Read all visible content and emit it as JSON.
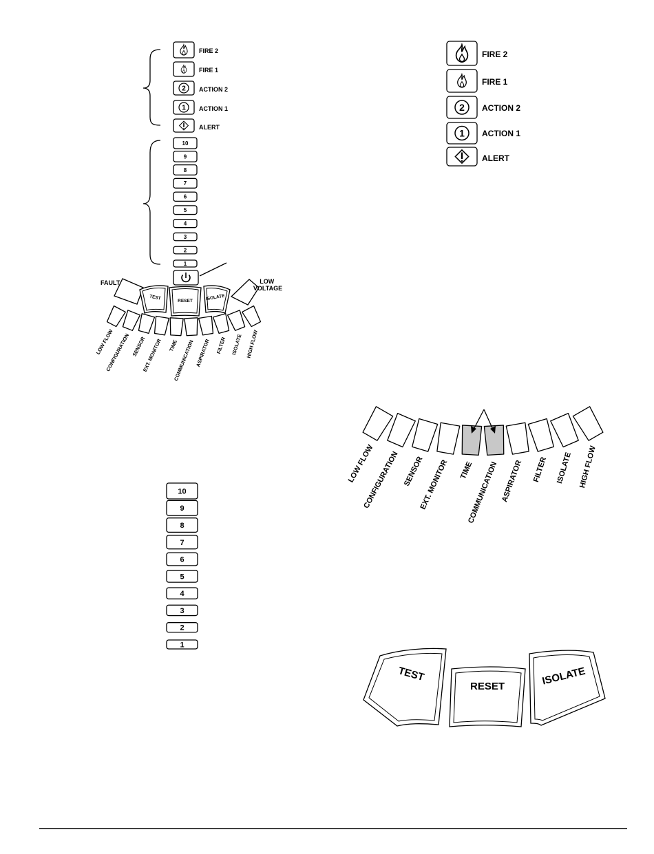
{
  "alarms": [
    "FIRE 2",
    "FIRE 1",
    "ACTION 2",
    "ACTION 1",
    "ALERT"
  ],
  "alarm_icons": [
    "fire-icon",
    "fire-icon",
    "action-2-icon",
    "action-1-icon",
    "alert-icon"
  ],
  "action_numbers": {
    "action2": "2",
    "action1": "1"
  },
  "bargraph": [
    "10",
    "9",
    "8",
    "7",
    "6",
    "5",
    "4",
    "3",
    "2",
    "1"
  ],
  "fault_label": "FAULT",
  "low_voltage_label": "LOW\nVOLTAGE",
  "buttons": [
    "TEST",
    "RESET",
    "ISOLATE"
  ],
  "faults": [
    "LOW FLOW",
    "CONFIGURATION",
    "SENSOR",
    "EXT. MONITOR",
    "TIME",
    "COMMUNICATION",
    "ASPIRATOR",
    "FILTER",
    "ISOLATE",
    "HIGH FLOW"
  ],
  "highlighted_faults": [
    "TIME",
    "COMMUNICATION"
  ],
  "colors": {
    "highlight": "#c8c8c8",
    "line": "#000000"
  }
}
